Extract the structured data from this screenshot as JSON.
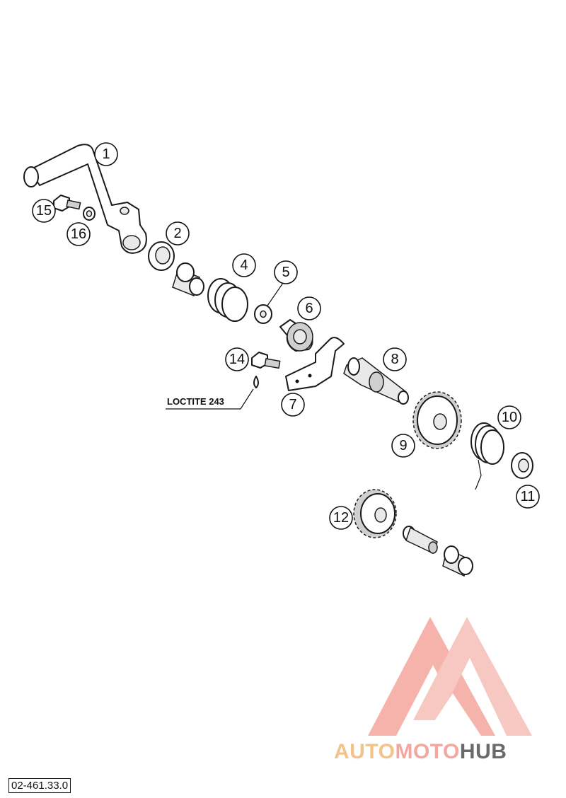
{
  "drawing_number": "02-461.33.0",
  "note": "LOCTITE 243",
  "callouts": [
    "1",
    "2",
    "4",
    "5",
    "6",
    "7",
    "8",
    "9",
    "10",
    "11",
    "12",
    "14",
    "15",
    "16"
  ],
  "watermark": {
    "word1": "AUTO",
    "word2": "MOTO",
    "word3": "HUB",
    "colors": {
      "auto": "#f2c38a",
      "moto": "#f2a8a0",
      "hub": "#6a6a6a",
      "logo": "#f08b80"
    }
  }
}
